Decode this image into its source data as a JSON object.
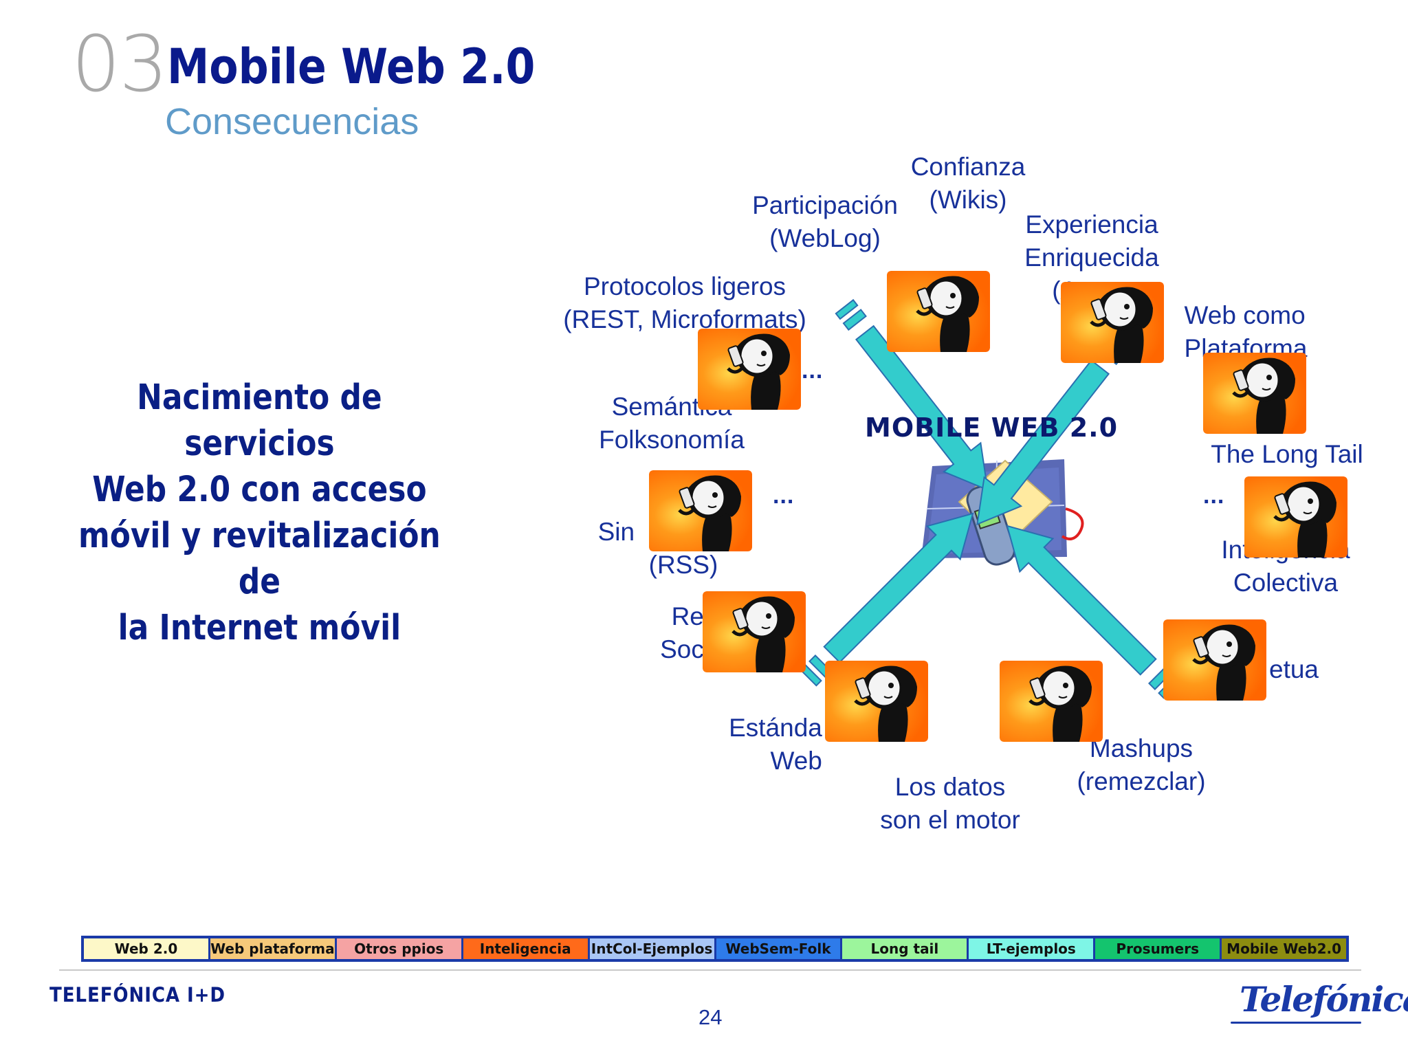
{
  "header": {
    "section_number": "03",
    "title": "Mobile Web 2.0",
    "subtitle": "Consecuencias"
  },
  "body": {
    "lines": [
      "Nacimiento de servicios",
      "Web 2.0 con acceso",
      "móvil y revitalización de",
      "la Internet móvil"
    ]
  },
  "diagram": {
    "center_label": "MOBILE WEB 2.0",
    "labels": {
      "confianza": [
        "Confianza",
        "(Wikis)"
      ],
      "participacion": [
        "Participación",
        "(WebLog)"
      ],
      "experiencia": [
        "Experiencia",
        "Enriquecida",
        "(A"
      ],
      "protocolos": [
        "Protocolos ligeros",
        "(REST, Microformats)"
      ],
      "web_plataforma": [
        "Web como",
        "Plataforma"
      ],
      "semantica": [
        "Semántica",
        "Folksonomía"
      ],
      "long_tail": [
        "The Long Tail"
      ],
      "sindicacion": [
        "Sin",
        "(RSS)"
      ],
      "inteligencia": [
        "Inteligencia",
        "Colectiva"
      ],
      "redes": [
        "Re",
        "Soc"
      ],
      "perpetua": [
        "etua"
      ],
      "estandares": [
        "Estánda",
        "Web"
      ],
      "datos": [
        "Los datos",
        "son el motor"
      ],
      "mashups": [
        "Mashups",
        "(remezclar)"
      ]
    },
    "ellipsis": "..."
  },
  "nav": {
    "items": [
      {
        "label": "Web 2.0",
        "color": "#fdf8c8"
      },
      {
        "label": "Web plataforma",
        "color": "#f6c97a"
      },
      {
        "label": "Otros ppios",
        "color": "#f5a3a3"
      },
      {
        "label": "Inteligencia",
        "color": "#ff6a1a"
      },
      {
        "label": "IntCol-Ejemplos",
        "color": "#a9c6f5"
      },
      {
        "label": "WebSem-Folk",
        "color": "#2e7bea"
      },
      {
        "label": "Long tail",
        "color": "#9cf59c"
      },
      {
        "label": "LT-ejemplos",
        "color": "#7ef5e6"
      },
      {
        "label": "Prosumers",
        "color": "#14c46e"
      },
      {
        "label": "Mobile Web2.0",
        "color": "#8d8d10"
      }
    ]
  },
  "footer": {
    "company": "TELEFÓNICA I+D",
    "page_number": "24",
    "logo": "Telefónica"
  },
  "colors": {
    "title": "#0a1a8c",
    "subtitle": "#5f9bc9",
    "label": "#17319a",
    "arrow": "#33cccc",
    "card": "#ff6600"
  }
}
